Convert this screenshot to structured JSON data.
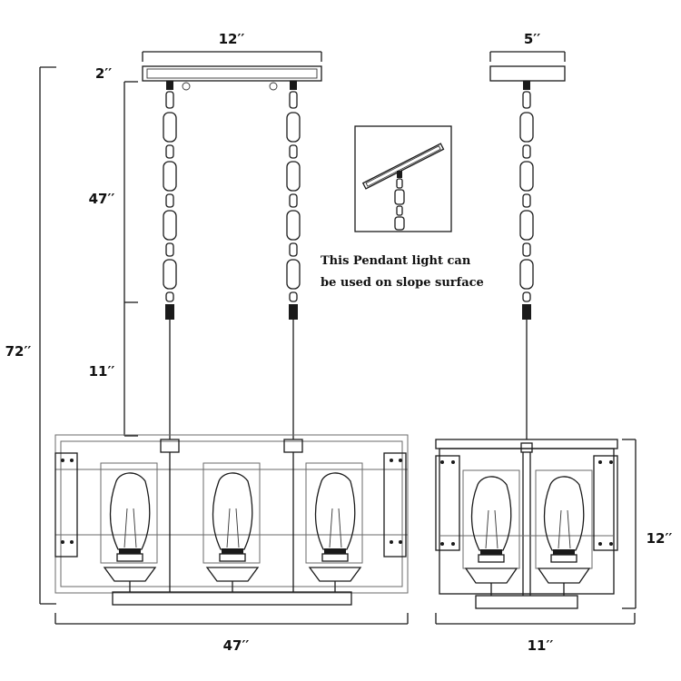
{
  "dimensions": {
    "canopy_front_width": "12′′",
    "canopy_side_width": "5′′",
    "canopy_height": "2′′",
    "chain_length": "47′′",
    "rod_length": "11′′",
    "total_height": "72′′",
    "body_front_width": "47′′",
    "body_side_width": "11′′",
    "body_height": "12′′"
  },
  "note": {
    "line1": "This Pendant light can",
    "line2": "be used on slope surface"
  }
}
